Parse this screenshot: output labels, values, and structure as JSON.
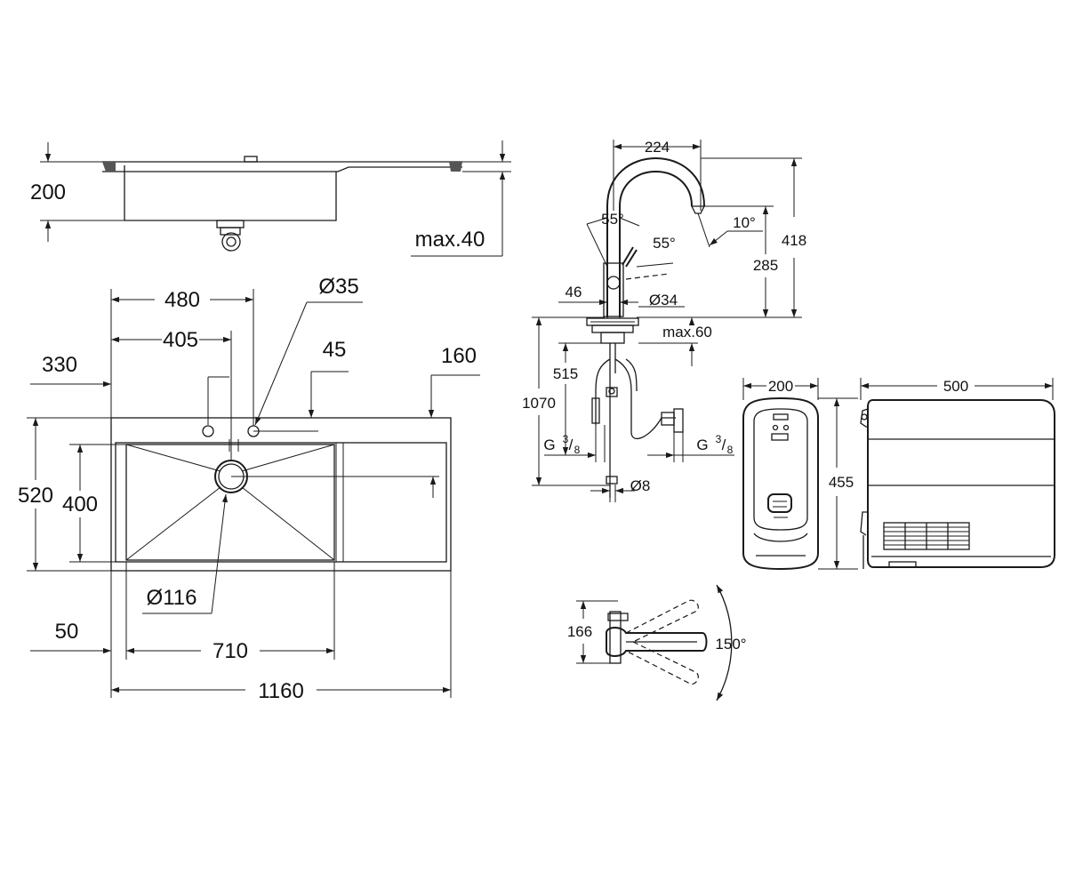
{
  "sink_side_view": {
    "depth": "200",
    "max_thickness": "max.40"
  },
  "sink_top_view": {
    "tap_hole_offset": "480",
    "tap_hole_diameter": "Ø35",
    "secondary_hole_offset": "405",
    "left_margin": "330",
    "hole_spacing": "45",
    "right_margin": "160",
    "total_depth": "520",
    "bowl_depth": "400",
    "drain_diameter": "Ø116",
    "front_margin": "50",
    "bowl_width": "710",
    "total_width": "1160"
  },
  "faucet_front_view": {
    "spout_reach": "224",
    "angle_1": "55°",
    "angle_2": "55°",
    "angle_3": "10°",
    "total_height": "418",
    "spout_height": "285",
    "base_width": "46",
    "base_diameter": "Ø34",
    "max_deck": "max.60",
    "under_deck_length": "515",
    "hose_length": "1070",
    "thread_left": "G",
    "thread_right": "G",
    "thread_num": "3",
    "thread_den": "8",
    "pipe_diameter": "Ø8"
  },
  "faucet_top_view": {
    "lever_offset": "166",
    "swivel_angle": "150°"
  },
  "boiler_front_view": {
    "width": "200",
    "height": "455"
  },
  "boiler_side_view": {
    "depth": "500"
  }
}
